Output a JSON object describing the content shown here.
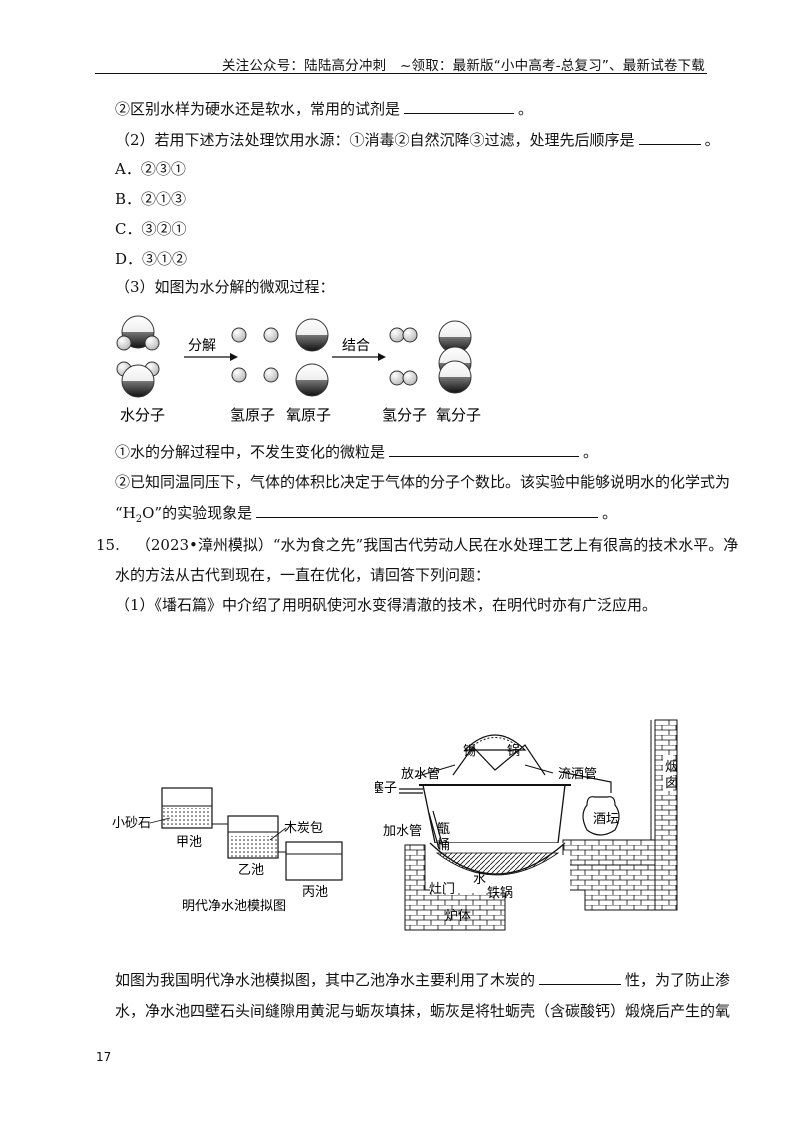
{
  "header": {
    "text": "关注公众号：陆陆高分冲刺　~领取：最新版“小中高考-总复习”、最新试卷下载"
  },
  "q14": {
    "line_hard_soft": "②区别水样为硬水还是软水，常用的试剂是",
    "q2_text": "（2）若用下述方法处理饮用水源：①消毒②自然沉降③过滤，处理先后顺序是",
    "options": [
      {
        "letter": "A．",
        "text": "②③①"
      },
      {
        "letter": "B．",
        "text": "②①③"
      },
      {
        "letter": "C．",
        "text": "③②①"
      },
      {
        "letter": "D．",
        "text": "③①②"
      }
    ],
    "q3_text": "（3）如图为水分解的微观过程：",
    "diagram": {
      "arrow1_label": "分解",
      "arrow2_label": "结合",
      "label_water": "水分子",
      "label_h_atom": "氢原子",
      "label_o_atom": "氧原子",
      "label_h2": "氢分子",
      "label_o2": "氧分子"
    },
    "sub1": "①水的分解过程中，不发生变化的微粒是",
    "sub2_a": "②已知同温同压下，气体的体积比决定于气体的分子个数比。该实验中能够说明水的化学式为",
    "sub2_b_prefix": "“H",
    "sub2_b_sub": "2",
    "sub2_b_suffix": "O”的实验现象是"
  },
  "q15": {
    "number": "15.",
    "intro": "（2023•漳州模拟）“水为食之先”我国古代劳动人民在水处理工艺上有很高的技术水平。净",
    "intro2": "水的方法从古代到现在，一直在优化，请回答下列问题：",
    "q1": "（1）《墦石篇》中介绍了用明矾使河水变得清澈的技术，在明代时亦有广泛应用。",
    "left_fig": {
      "sand": "小砂石",
      "charcoal": "木炭包",
      "jia": "甲池",
      "yi": "乙池",
      "bing": "丙池",
      "caption": "明代净水池模拟图"
    },
    "right_fig": {
      "tin": "锡",
      "pot": "锅",
      "drain": "放水管",
      "plug": "塞子",
      "wine_pipe": "流酒管",
      "chimney1": "烟",
      "chimney2": "囱",
      "add_pipe": "加水管",
      "zeng1": "甑",
      "zeng2": "桶",
      "wine_jar": "酒坛",
      "water": "水",
      "stove_door": "灶门",
      "iron_pot": "铁锅",
      "furnace": "炉体"
    },
    "para1": "如图为我国明代净水池模拟图，其中乙池净水主要利用了木炭的",
    "para1_suffix": "性，为了防止渗",
    "para2": "水，净水池四壁石头间缝隙用黄泥与蛎灰填抹，蛎灰是将牡蛎壳（含碳酸钙）煅烧后产生的氧"
  },
  "page_number": "17"
}
